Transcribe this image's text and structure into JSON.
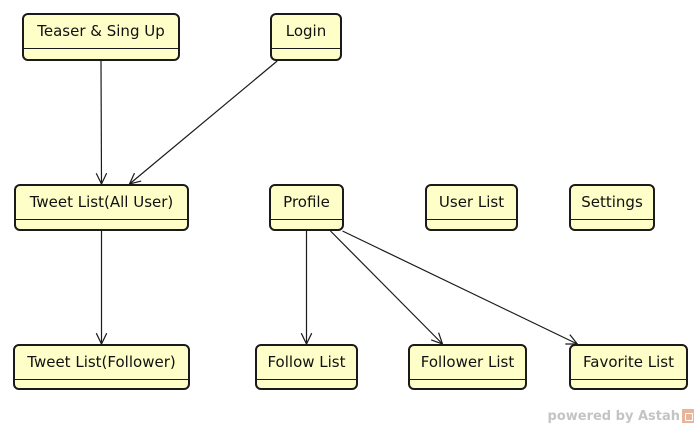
{
  "nodes": {
    "teaser": "Teaser & Sing Up",
    "login": "Login",
    "tweet_all": "Tweet List(All User)",
    "profile": "Profile",
    "user_list": "User List",
    "settings": "Settings",
    "tweet_follower": "Tweet List(Follower)",
    "follow_list": "Follow List",
    "follower_list": "Follower List",
    "favorite_list": "Favorite List"
  },
  "edges": [
    {
      "from": "teaser",
      "to": "tweet_all"
    },
    {
      "from": "login",
      "to": "tweet_all"
    },
    {
      "from": "tweet_all",
      "to": "tweet_follower"
    },
    {
      "from": "profile",
      "to": "follow_list"
    },
    {
      "from": "profile",
      "to": "follower_list"
    },
    {
      "from": "profile",
      "to": "favorite_list"
    }
  ],
  "watermark": {
    "text": "powered by Astah"
  }
}
